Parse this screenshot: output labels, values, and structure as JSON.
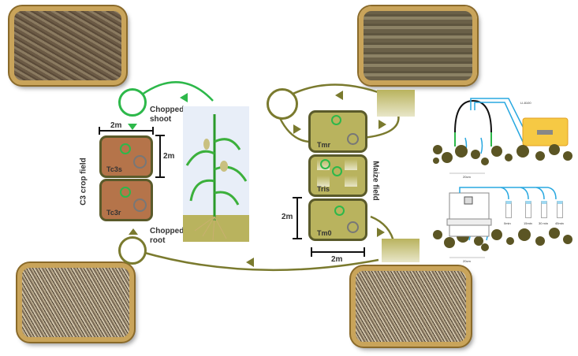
{
  "c3_field": {
    "title": "C3 crop field",
    "width_label": "2m",
    "height_label": "2m",
    "plots": [
      "Tc3s",
      "Tc3r"
    ],
    "chopped_shoot": "Chopped shoot",
    "chopped_root": "Chopped root"
  },
  "maize_field": {
    "title": "Maize field",
    "plots": [
      "Tmr",
      "Tris",
      "Tm0"
    ],
    "height_label": "2m",
    "width_label": "2m"
  },
  "instruments": {
    "analyzer_label": "LI-8100",
    "chamber_scale": "20cm",
    "static_scale": "20cm",
    "tube_labels": [
      "0min",
      "15min",
      "30 min",
      "45min"
    ]
  },
  "colors": {
    "green": "#2db84a",
    "olive": "#7a7a2e",
    "soil": "#b5744a",
    "blue": "#29a8e0"
  }
}
